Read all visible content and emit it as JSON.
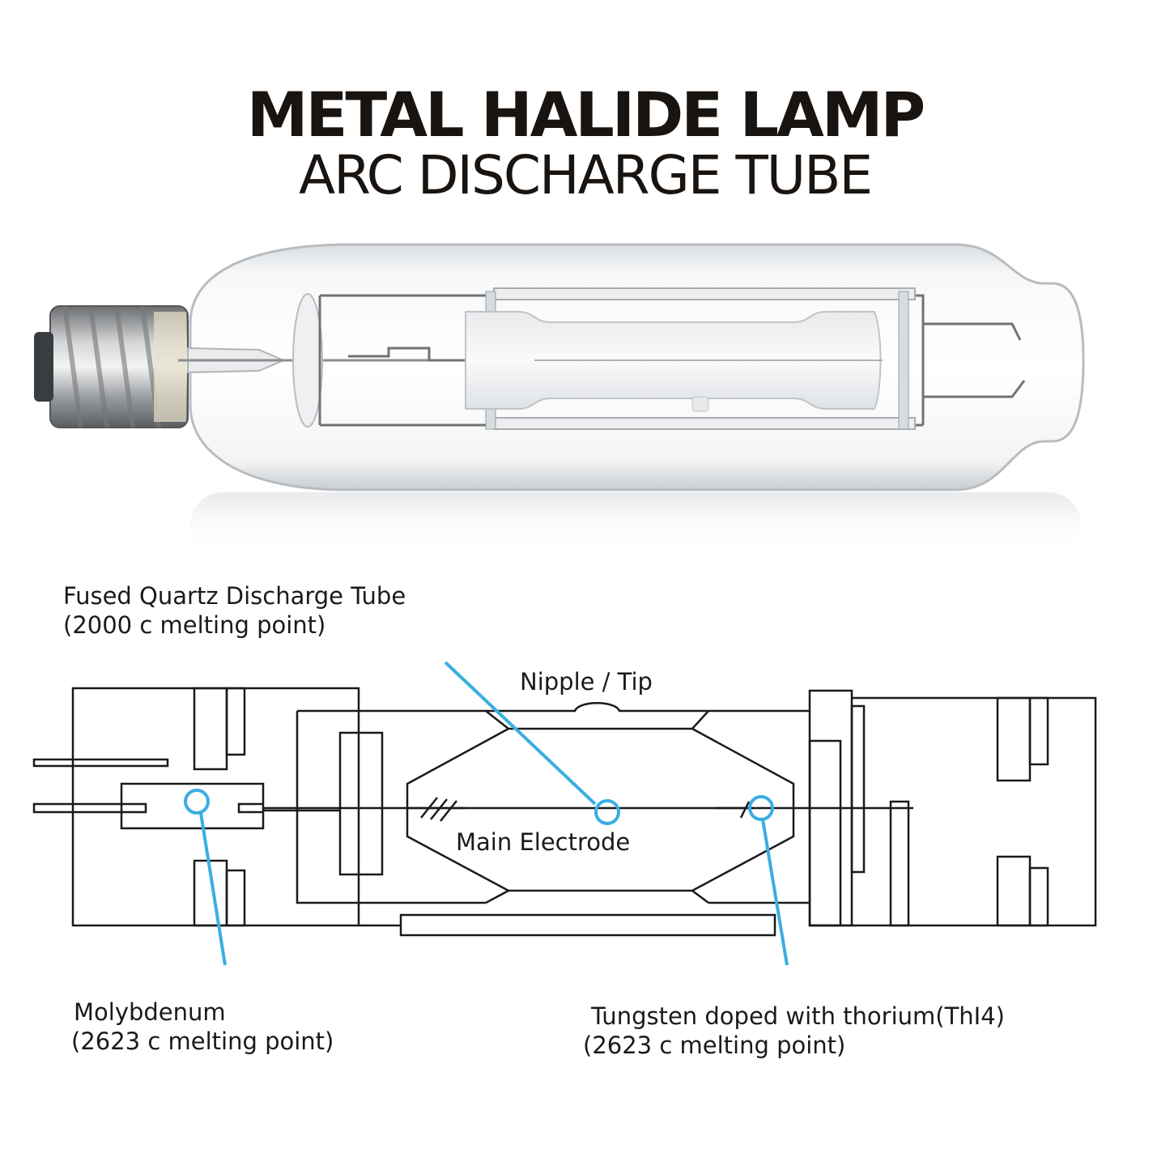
{
  "header": {
    "title": "METAL HALIDE LAMP",
    "subtitle": "ARC DISCHARGE TUBE"
  },
  "labels": {
    "quartz_line1": "Fused Quartz Discharge Tube",
    "quartz_line2": "(2000 c melting point)",
    "nipple": "Nipple / Tip",
    "main_electrode": "Main Electrode",
    "molybdenum_line1": "Molybdenum",
    "molybdenum_line2": "(2623 c melting point)",
    "tungsten_line1": "Tungsten doped with thorium(ThI4)",
    "tungsten_line2": "(2623 c melting point)"
  },
  "colors": {
    "callout": "#3aaee0",
    "line": "#1a1a1a"
  }
}
